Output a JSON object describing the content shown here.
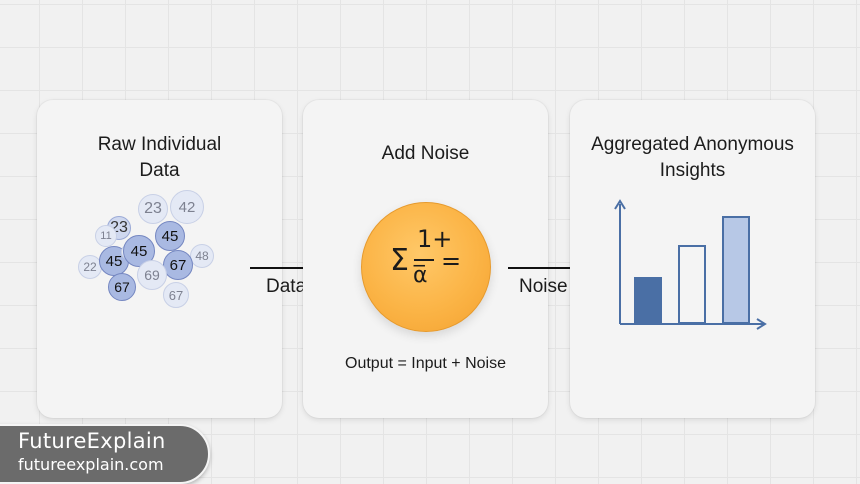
{
  "panels": [
    {
      "title": "Raw Individual\nData",
      "bubbles": [
        "23",
        "42",
        "23",
        "45",
        "11",
        "22",
        "45",
        "48",
        "22",
        "45",
        "67",
        "69",
        "67",
        "67"
      ]
    },
    {
      "title": "Add Noise",
      "formula": {
        "sum_symbol": "Σ",
        "numerator": "1+",
        "denominator": "α̅",
        "equals": "="
      },
      "equation": "Output = Input + Noise"
    },
    {
      "title": "Aggregated Anonymous\nInsights",
      "bars": [
        {
          "level": 0.39,
          "style": "filled-dark"
        },
        {
          "level": 0.66,
          "style": "outline"
        },
        {
          "level": 0.9,
          "style": "filled-light"
        }
      ]
    }
  ],
  "arrows": [
    {
      "label": "Data"
    },
    {
      "label": "Noise"
    }
  ],
  "branding": {
    "name": "FutureExplain",
    "url": "futureexplain.com"
  },
  "colors": {
    "bubble_strong": "#a9b9e2",
    "noise_circle": "#fbb446",
    "bar_dark": "#4a6fa5",
    "bar_light": "#b7c8e6",
    "axis": "#4a6fa5"
  }
}
